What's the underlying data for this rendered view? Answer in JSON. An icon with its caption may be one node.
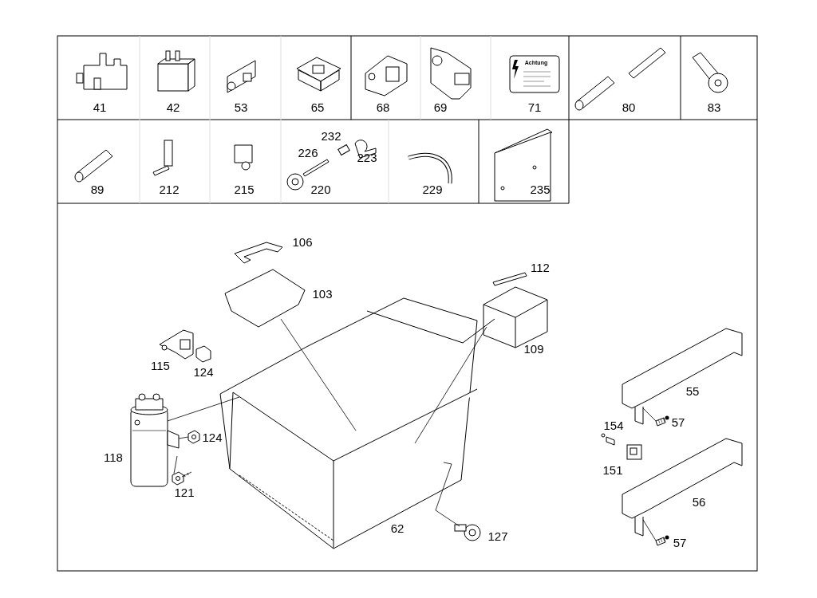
{
  "diagram": {
    "nodes": [
      {
        "text": [],
        "shape": "picture"
      },
      {
        "text": [],
        "shape": "picture"
      },
      {
        "text": [],
        "shape": "picture"
      },
      {
        "text": [],
        "shape": "picture"
      },
      {
        "text": [],
        "shape": "picture"
      },
      {
        "text": [],
        "shape": "picture"
      },
      {
        "text": [],
        "shape": "picture"
      },
      {
        "text": [],
        "shape": "picture"
      },
      {
        "text": [],
        "shape": "picture"
      },
      {
        "text": [],
        "shape": "picture"
      },
      {
        "text": [],
        "shape": "picture"
      }
    ],
    "edges": [
      {
        "from": 5,
        "to": 4,
        "arrow": "none"
      },
      {
        "from": 0,
        "to": 4,
        "arrow": "none"
      },
      {
        "from": 1,
        "to": 4,
        "arrow": "none"
      },
      {
        "from": 9,
        "to": 4,
        "arrow": "none"
      },
      {
        "from": 3,
        "to": 2,
        "arrow": "none"
      },
      {
        "from": 10,
        "to": 8,
        "arrow": "none"
      },
      {
        "from": 6,
        "to": 5,
        "arrow": "none"
      },
      {
        "from": 7,
        "to": 5,
        "arrow": "none"
      }
    ],
    "labels": [
      "41",
      "42",
      "53",
      "65",
      "68",
      "69",
      "Achtung",
      "71",
      "80",
      "83",
      "89",
      "212",
      "215",
      "232",
      "226",
      "223",
      "220",
      "229",
      "235",
      "106",
      "112",
      "103",
      "109",
      "115",
      "124",
      "55",
      "57",
      "154",
      "124",
      "118",
      "151",
      "121",
      "56",
      "62",
      "127",
      "57"
    ]
  }
}
